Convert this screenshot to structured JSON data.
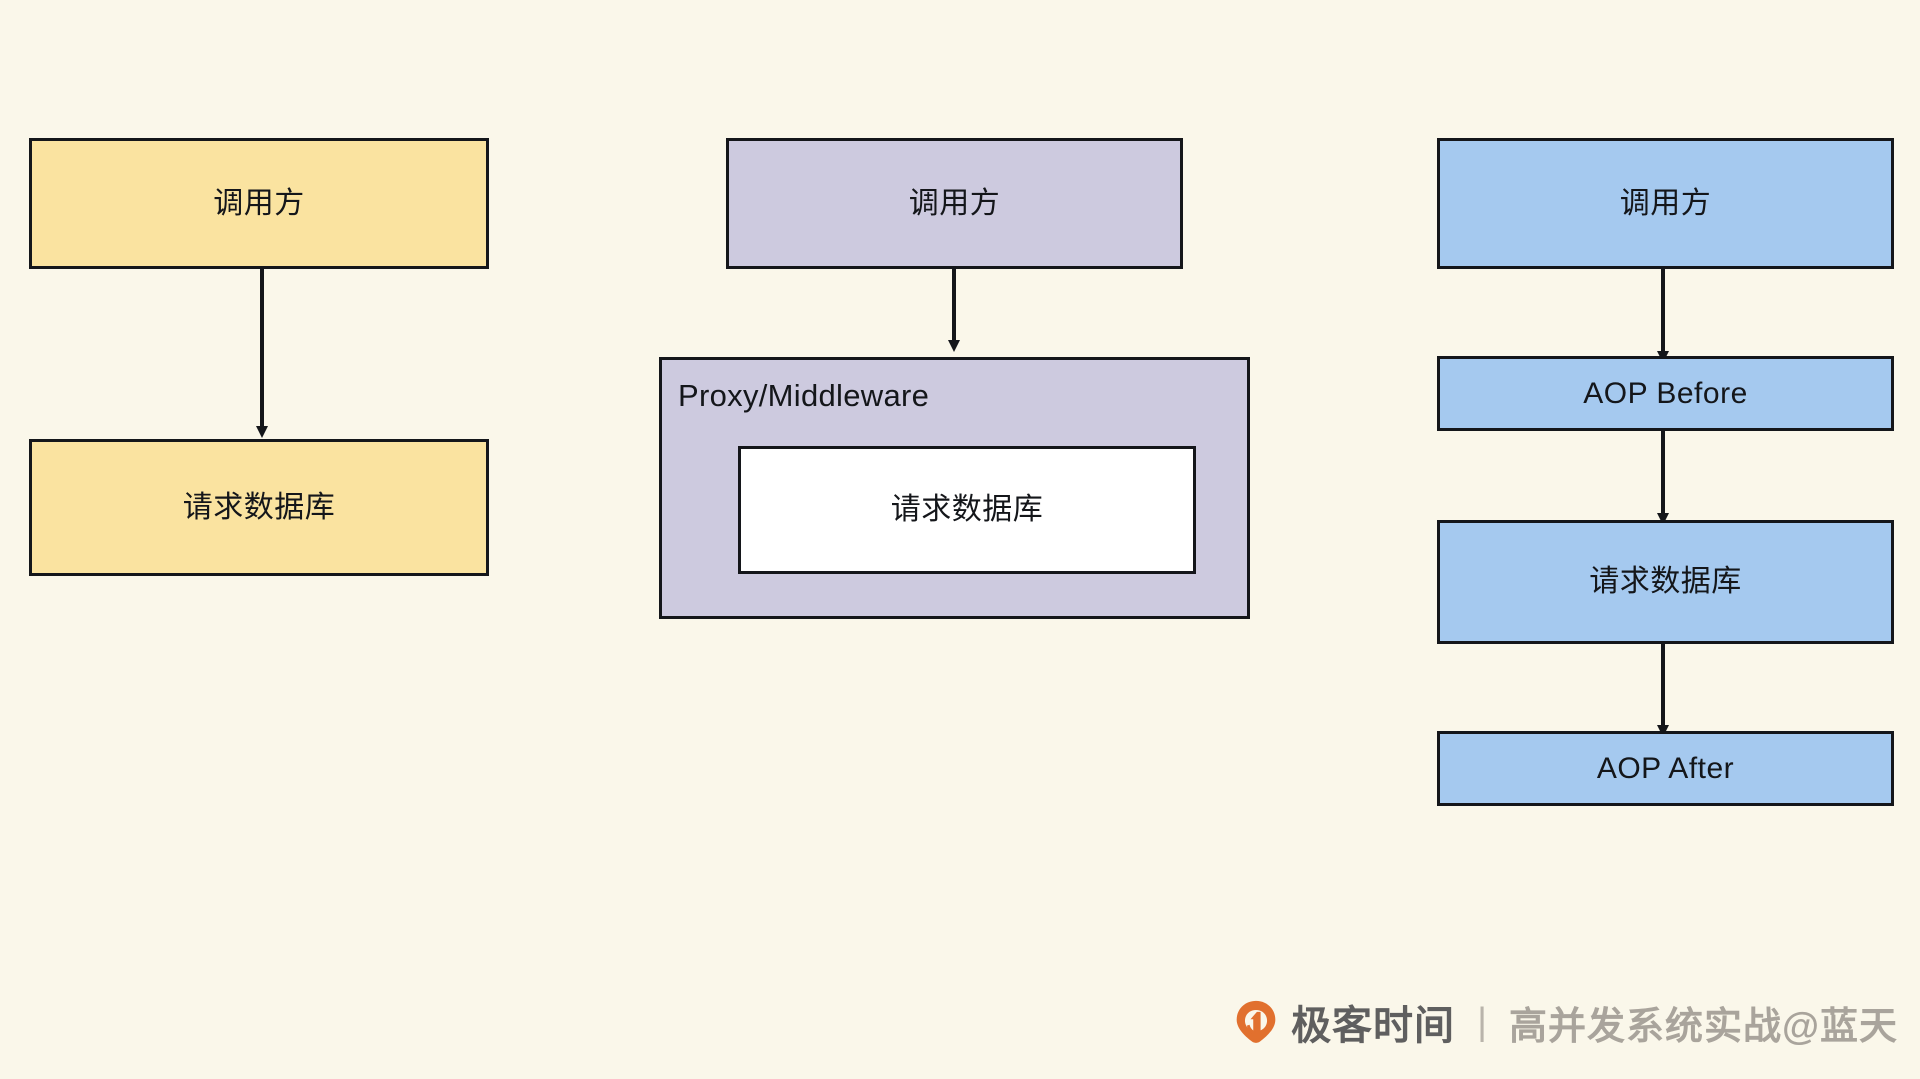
{
  "diagram": {
    "type": "flowchart",
    "background_color": "#faf7ea",
    "stroke_color": "#14161a",
    "columns": [
      {
        "id": "direct-call",
        "fill_color": "#fae3a0",
        "nodes": [
          {
            "id": "caller",
            "label": "调用方"
          },
          {
            "id": "db-request",
            "label": "请求数据库"
          }
        ],
        "edges": [
          {
            "from": "caller",
            "to": "db-request"
          }
        ]
      },
      {
        "id": "proxy-middleware",
        "fill_color": "#cdcadf",
        "nodes": [
          {
            "id": "caller",
            "label": "调用方"
          },
          {
            "id": "proxy-group",
            "label": "Proxy/Middleware"
          },
          {
            "id": "db-request",
            "label": "请求数据库",
            "fill_color": "#ffffff"
          }
        ],
        "edges": [
          {
            "from": "caller",
            "to": "proxy-group"
          }
        ]
      },
      {
        "id": "aop",
        "fill_color": "#a5c9ef",
        "nodes": [
          {
            "id": "caller",
            "label": "调用方"
          },
          {
            "id": "aop-before",
            "label": "AOP Before"
          },
          {
            "id": "db-request",
            "label": "请求数据库"
          },
          {
            "id": "aop-after",
            "label": "AOP After"
          }
        ],
        "edges": [
          {
            "from": "caller",
            "to": "aop-before"
          },
          {
            "from": "aop-before",
            "to": "db-request"
          },
          {
            "from": "db-request",
            "to": "aop-after"
          }
        ]
      }
    ]
  },
  "watermark": {
    "logo_icon": "geekbang-logo-icon",
    "logo_color": "#e1702e",
    "brand": "极客时间",
    "separator": "|",
    "subtitle": "高并发系统实战@蓝天"
  }
}
